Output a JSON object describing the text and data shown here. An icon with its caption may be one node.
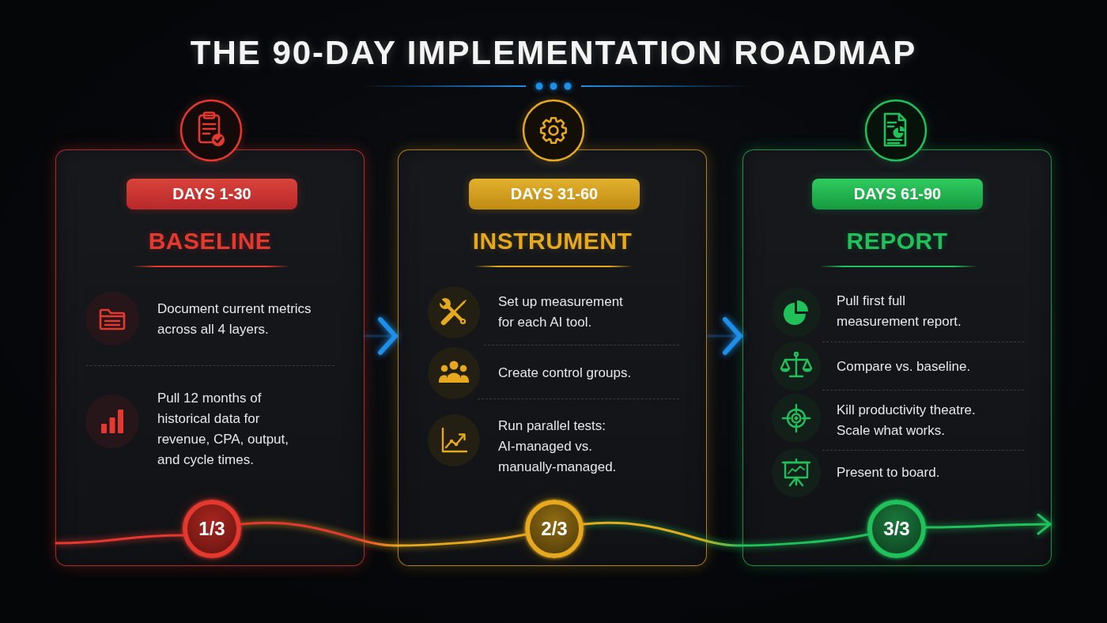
{
  "diagram": {
    "title": "THE 90-DAY IMPLEMENTATION ROADMAP",
    "nodes": [
      {
        "text": [
          "BASELINE",
          "Document current metrics across all 4 layers.",
          "Pull 12 months of historical data for revenue, CPA, output, and cycle times."
        ]
      },
      {
        "text": [
          "DAYS 1-30"
        ],
        "in": 0
      },
      {
        "text": [
          "1/3"
        ],
        "in": 0
      },
      {
        "text": [
          "INSTRUMENT",
          "Set up measurement for each AI tool.",
          "Create control groups.",
          "Run parallel tests: AI-managed vs. manually-managed."
        ]
      },
      {
        "text": [
          "DAYS 31-60"
        ],
        "in": 3
      },
      {
        "text": [
          "2/3"
        ],
        "in": 3
      },
      {
        "text": [
          "REPORT",
          "Pull first full measurement report.",
          "Compare vs. baseline.",
          "Kill productivity theatre. Scale what works.",
          "Present to board."
        ]
      },
      {
        "text": [
          "DAYS 61-90"
        ],
        "in": 6
      },
      {
        "text": [
          "3/3"
        ],
        "in": 6
      }
    ],
    "edges": [
      {
        "from": 0,
        "to": 3,
        "arrow": "to",
        "color": "#1e8fe8"
      },
      {
        "from": 3,
        "to": 6,
        "arrow": "to",
        "color": "#1e8fe8"
      },
      {
        "from": null,
        "to": 2,
        "arrow": "none",
        "color": "#e5392f"
      },
      {
        "from": 2,
        "to": 5,
        "arrow": "none",
        "color": "#e6a91e"
      },
      {
        "from": 5,
        "to": 8,
        "arrow": "none",
        "color": "#20c15a"
      },
      {
        "from": 8,
        "to": null,
        "arrow": "to",
        "color": "#20c15a"
      }
    ]
  }
}
